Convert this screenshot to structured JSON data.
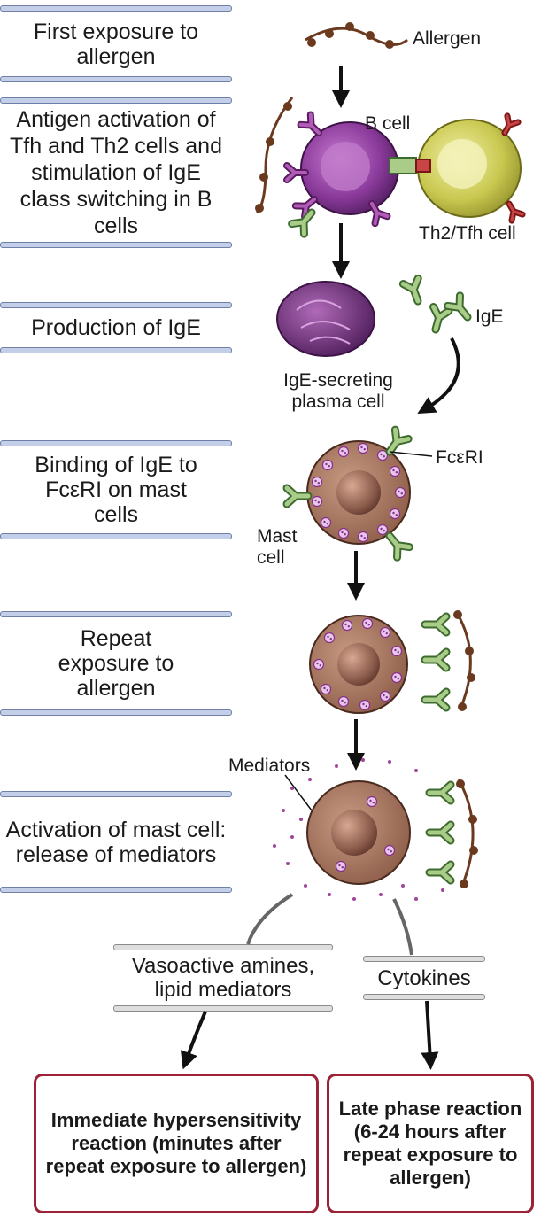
{
  "stages": [
    "First exposure to allergen",
    "Antigen activation of Tfh and Th2 cells and stimulation of IgE class switching in B cells",
    "Production of IgE",
    "Binding of IgE to FcεRI on mast cells",
    "Repeat exposure to allergen",
    "Activation of mast cell: release of mediators"
  ],
  "labels": {
    "allergen": "Allergen",
    "b_cell": "B cell",
    "th_cell": "Th2/Tfh cell",
    "ige": "IgE",
    "plasma_cell": "IgE-secreting plasma cell",
    "fc_receptor": "FcεRI",
    "mast_cell": "Mast cell",
    "mediators": "Mediators"
  },
  "mediator_groups": [
    "Vasoactive amines, lipid mediators",
    "Cytokines"
  ],
  "outcomes": [
    "Immediate hypersensitivity reaction (minutes after repeat exposure to allergen)",
    "Late phase reaction (6-24 hours after repeat exposure to allergen)"
  ],
  "colors": {
    "stage_bar": "#c3cfe8",
    "outcome_border": "#9b2335",
    "b_cell": "#8a3a9a",
    "th_cell": "#c9c850",
    "ige": "#9cc07a",
    "mast_cell": "#8a5a4a",
    "allergen": "#6b3a1e",
    "granule": "#a0449b"
  }
}
